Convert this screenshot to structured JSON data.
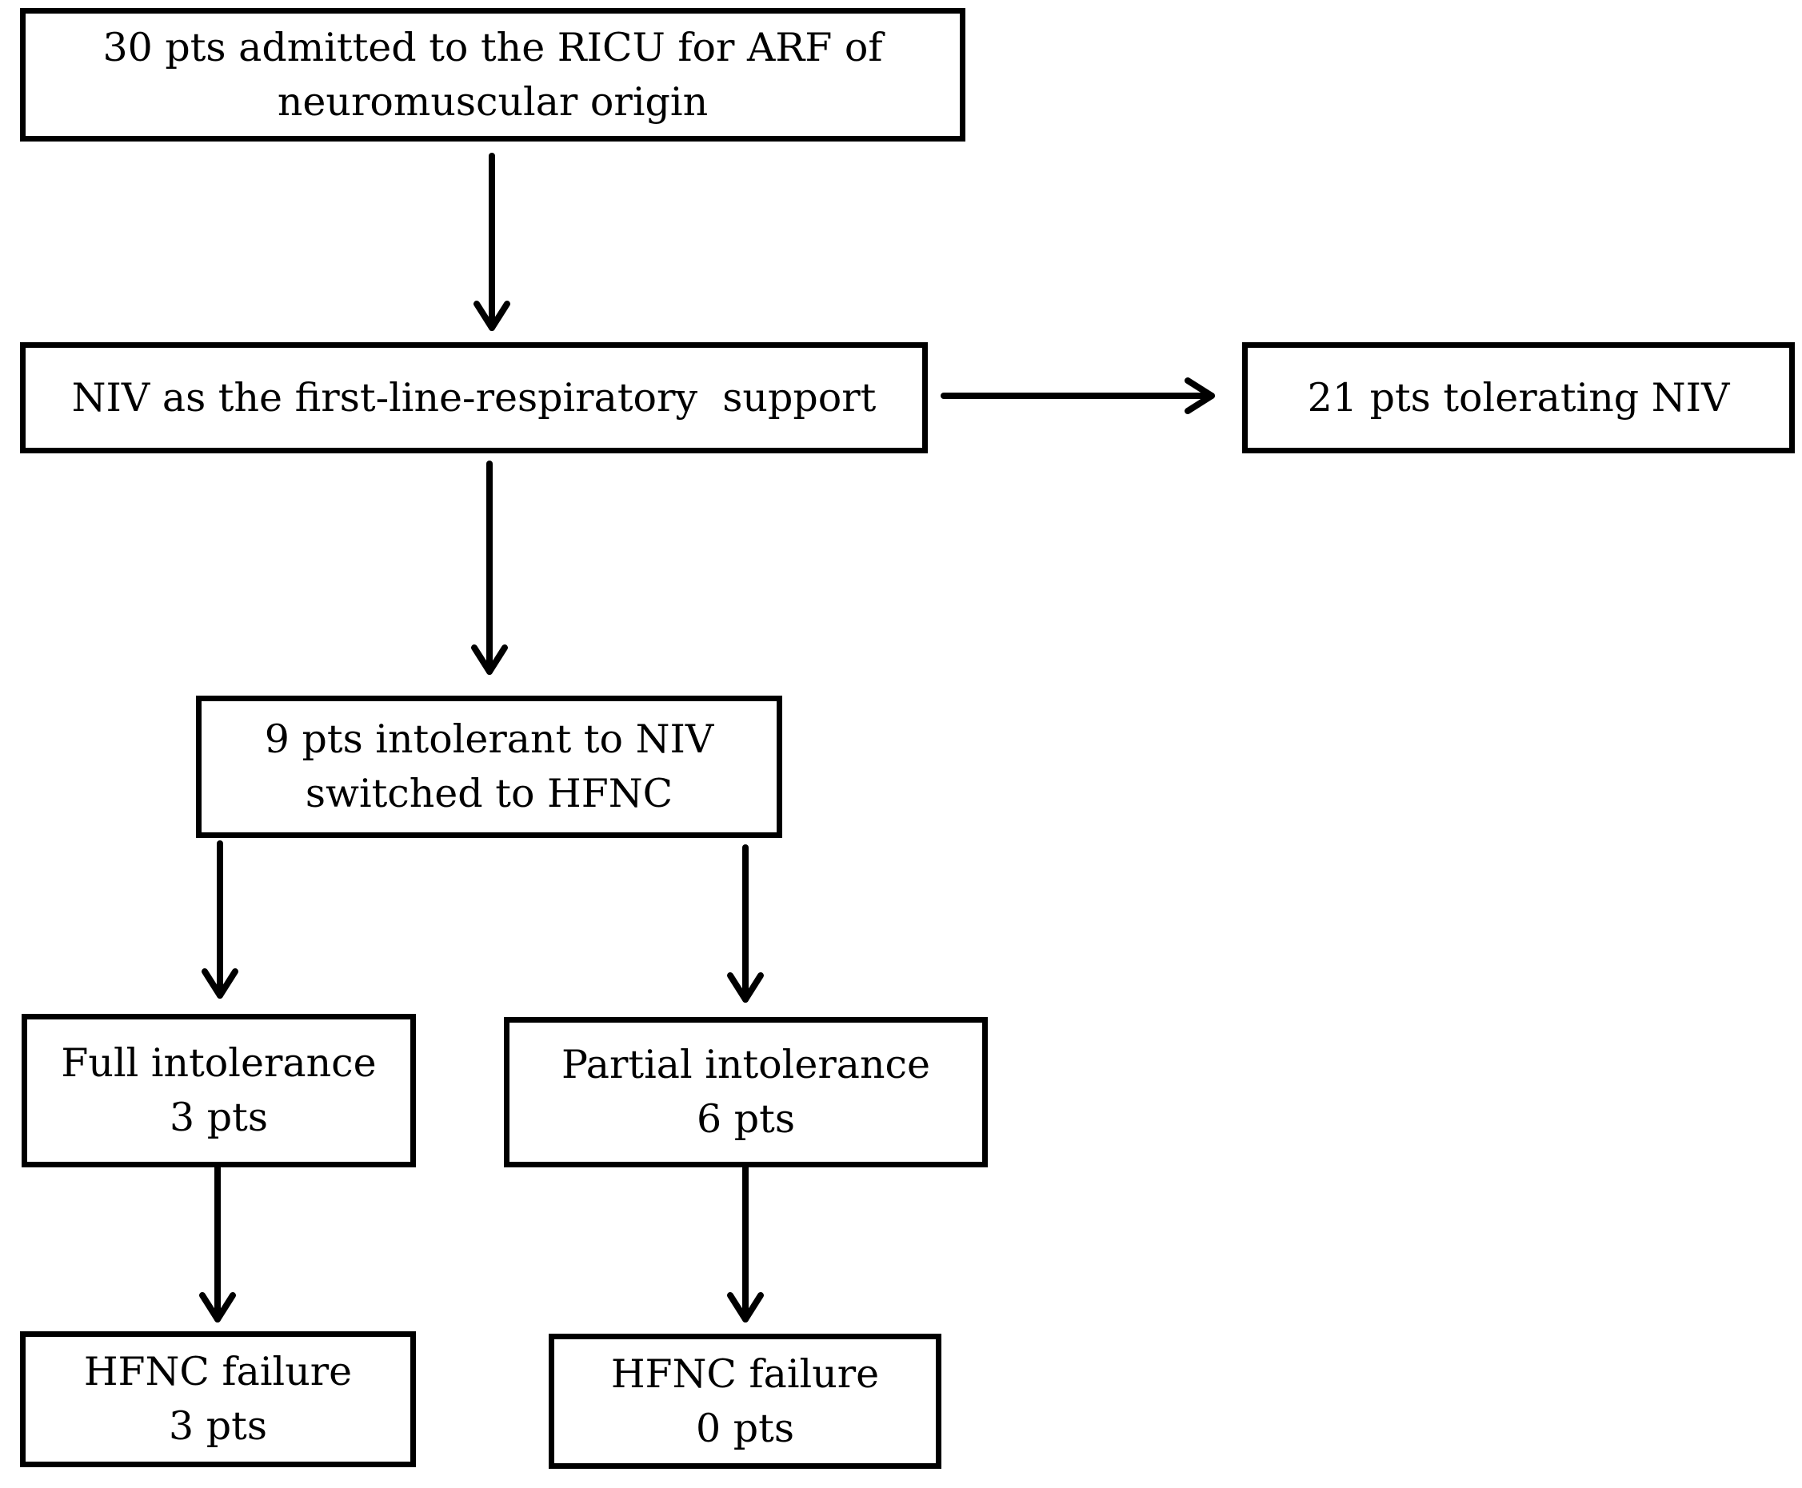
{
  "flowchart": {
    "admitted": {
      "line1": "30 pts admitted to the RICU for ARF of",
      "line2": "neuromuscular origin"
    },
    "niv_first_line": {
      "line1": "NIV as the first-line-respiratory  support"
    },
    "tolerating": {
      "line1": "21 pts tolerating NIV"
    },
    "intolerant": {
      "line1": "9 pts intolerant to NIV",
      "line2": "switched to HFNC"
    },
    "full_intolerance": {
      "line1": "Full intolerance",
      "line2": "3 pts"
    },
    "partial_intolerance": {
      "line1": "Partial intolerance",
      "line2": "6 pts"
    },
    "full_outcome": {
      "line1": "HFNC failure",
      "line2": "3 pts"
    },
    "partial_outcome": {
      "line1": "HFNC failure",
      "line2": "0 pts"
    }
  }
}
